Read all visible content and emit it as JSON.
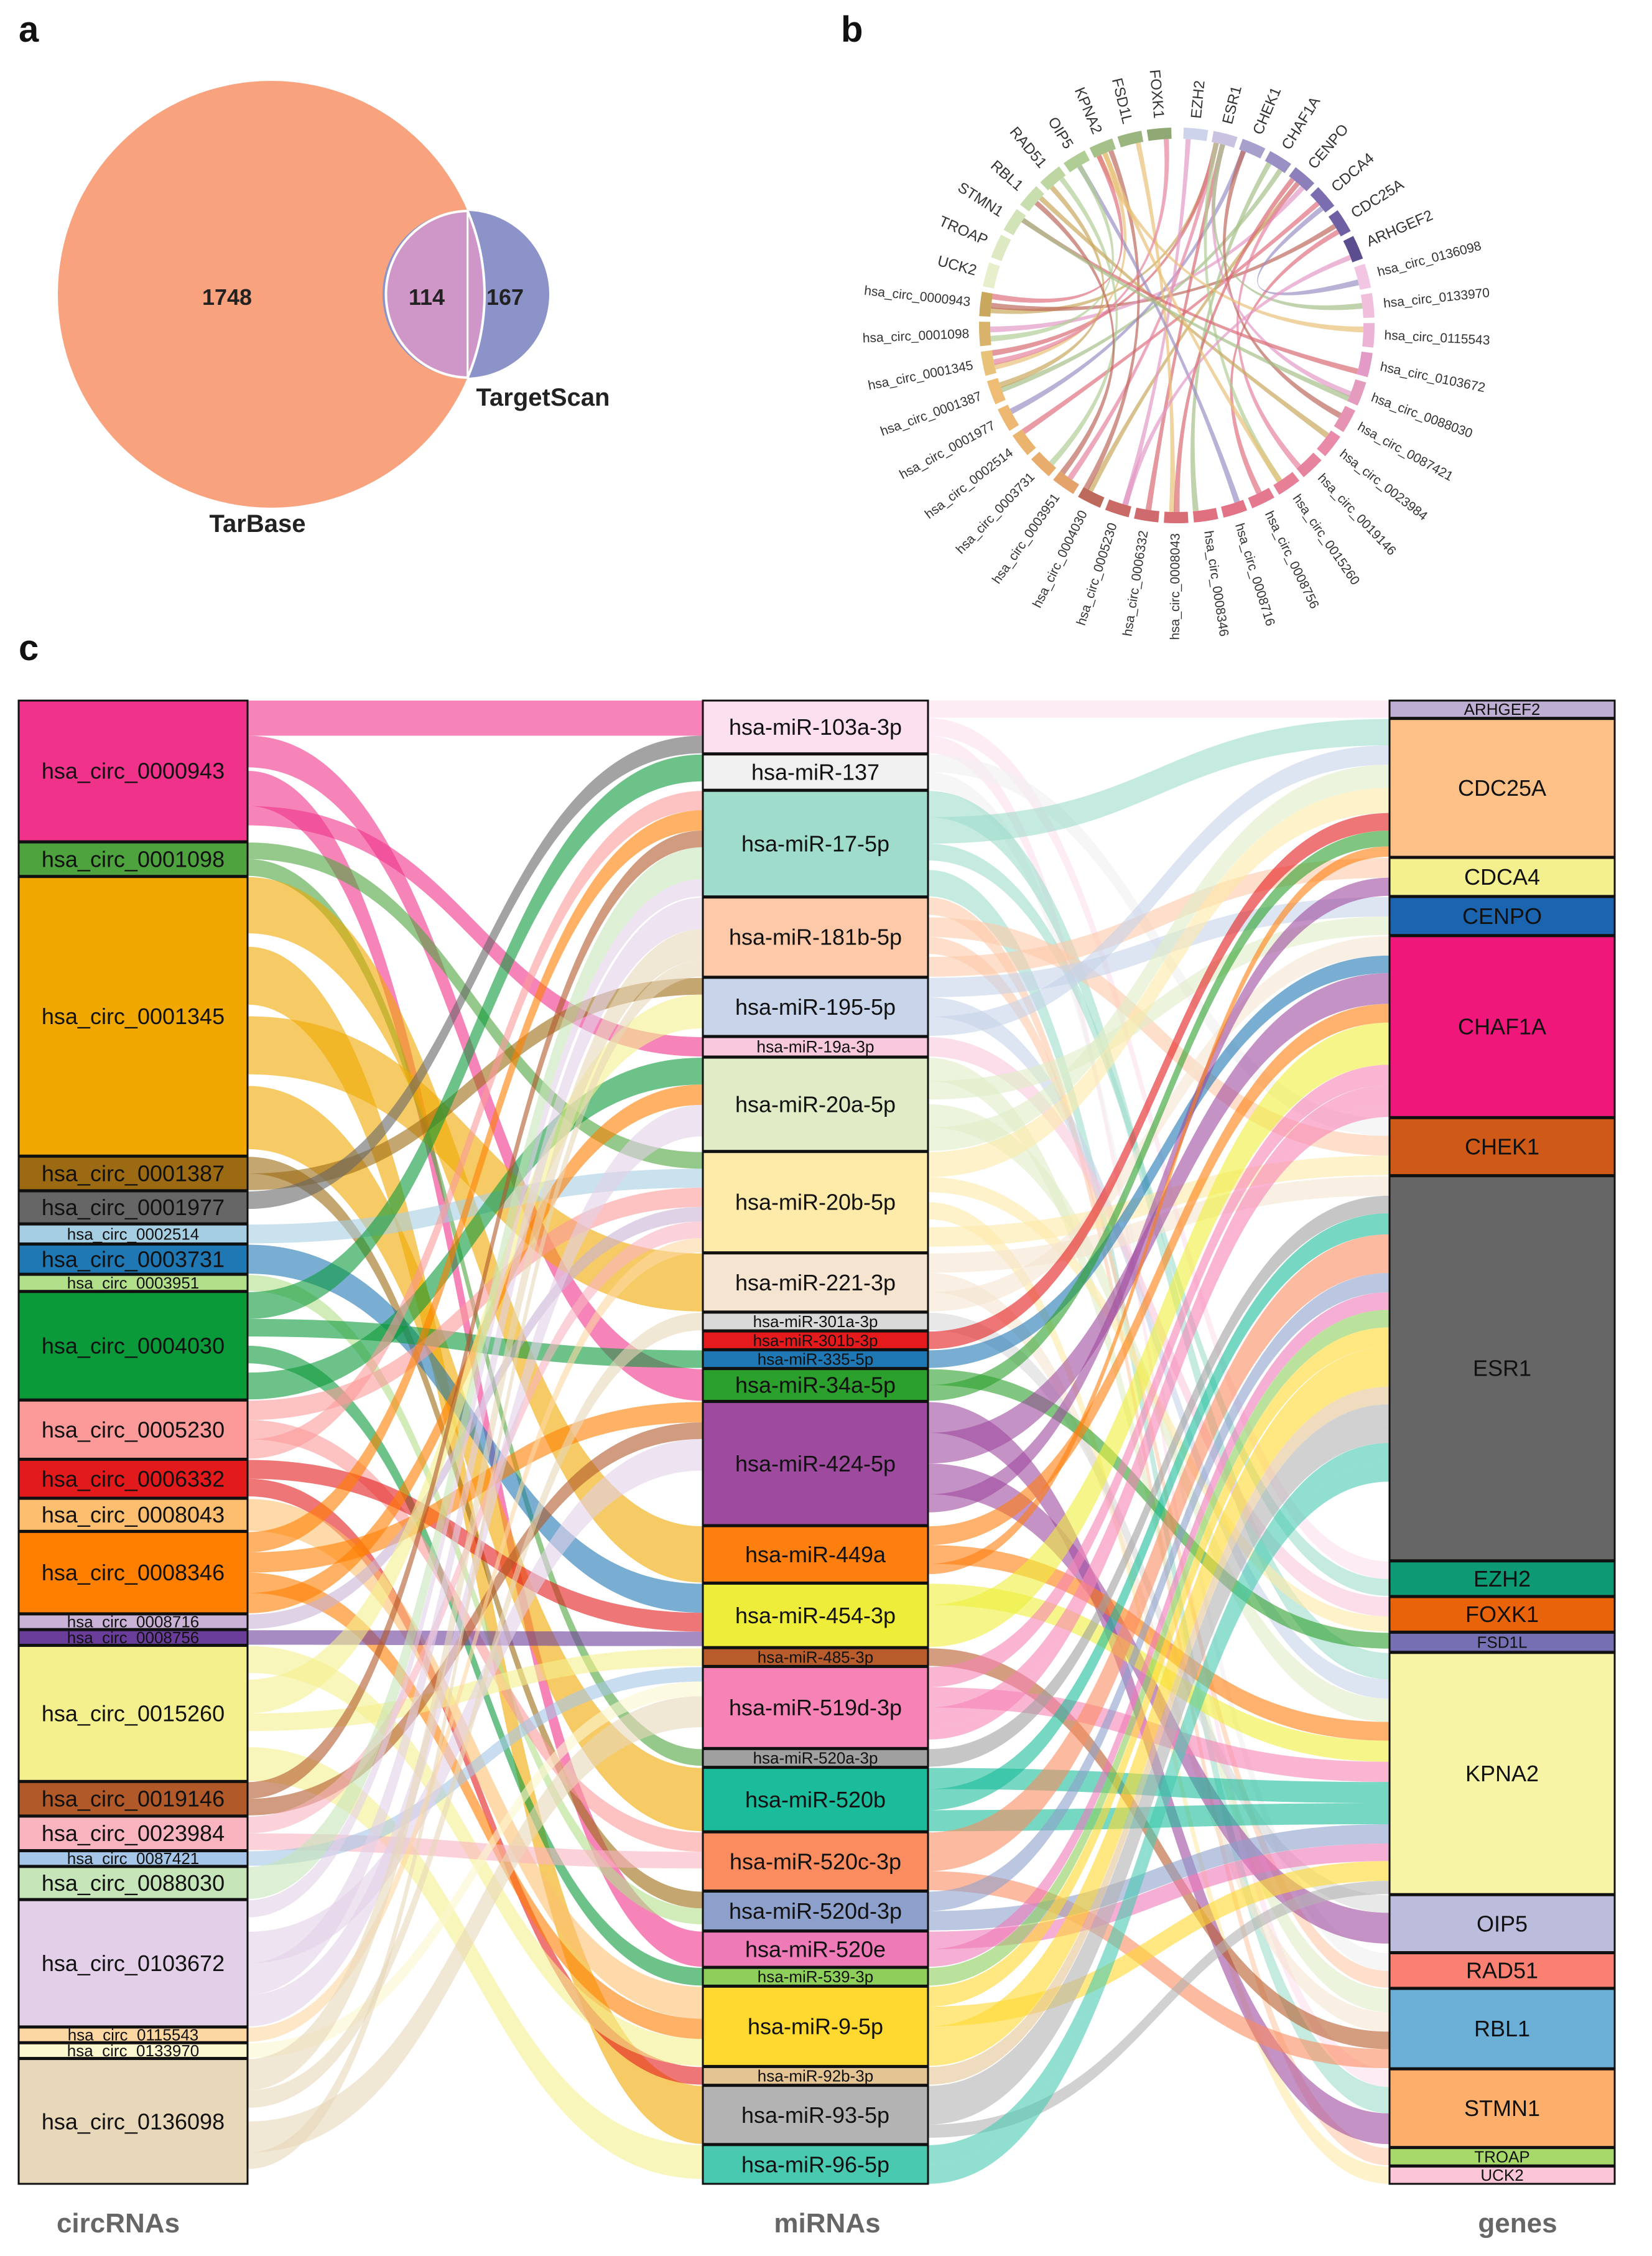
{
  "panels": {
    "a": "a",
    "b": "b",
    "c": "c"
  },
  "venn": {
    "sets": [
      {
        "name": "TarBase",
        "only": "1748",
        "color": "#f8a27e"
      },
      {
        "name": "TargetScan",
        "only": "167",
        "color": "#8c93c9"
      }
    ],
    "intersection": "114",
    "intersection_color": "#cf96c8"
  },
  "chord": {
    "segments": [
      {
        "label": "EZH2",
        "color": "#ccd3ea"
      },
      {
        "label": "ESR1",
        "color": "#c9c3e1"
      },
      {
        "label": "CHEK1",
        "color": "#a8a0cc"
      },
      {
        "label": "CHAF1A",
        "color": "#9b90c4"
      },
      {
        "label": "CENPO",
        "color": "#8c7fba"
      },
      {
        "label": "CDCA4",
        "color": "#7c6db0"
      },
      {
        "label": "CDC25A",
        "color": "#6e5fa3"
      },
      {
        "label": "ARHGEF2",
        "color": "#5c4d8f"
      },
      {
        "label": "hsa_circ_0136098",
        "color": "#f2c6e2"
      },
      {
        "label": "hsa_circ_0133970",
        "color": "#f0bfdc"
      },
      {
        "label": "hsa_circ_0115543",
        "color": "#ecb3d4"
      },
      {
        "label": "hsa_circ_0103672",
        "color": "#e39ac6"
      },
      {
        "label": "hsa_circ_0088030",
        "color": "#e59bbd"
      },
      {
        "label": "hsa_circ_0087421",
        "color": "#e693b3"
      },
      {
        "label": "hsa_circ_0023984",
        "color": "#e88aa8"
      },
      {
        "label": "hsa_circ_0019146",
        "color": "#e6839f"
      },
      {
        "label": "hsa_circ_0015260",
        "color": "#e77f97"
      },
      {
        "label": "hsa_circ_0008756",
        "color": "#e4788e"
      },
      {
        "label": "hsa_circ_0008716",
        "color": "#e27387"
      },
      {
        "label": "hsa_circ_0008346",
        "color": "#e07080"
      },
      {
        "label": "hsa_circ_0008043",
        "color": "#d86c75"
      },
      {
        "label": "hsa_circ_0006332",
        "color": "#cf6a6e"
      },
      {
        "label": "hsa_circ_0005230",
        "color": "#c96a67"
      },
      {
        "label": "hsa_circ_0004030",
        "color": "#bd6a5c"
      },
      {
        "label": "hsa_circ_0003951",
        "color": "#e4a36a"
      },
      {
        "label": "hsa_circ_0003731",
        "color": "#e8ad6c"
      },
      {
        "label": "hsa_circ_0002514",
        "color": "#eab46e"
      },
      {
        "label": "hsa_circ_0001977",
        "color": "#ecb872"
      },
      {
        "label": "hsa_circ_0001387",
        "color": "#eebc74"
      },
      {
        "label": "hsa_circ_0001345",
        "color": "#e8c279"
      },
      {
        "label": "hsa_circ_0001098",
        "color": "#d9b36c"
      },
      {
        "label": "hsa_circ_0000943",
        "color": "#c9a85e"
      },
      {
        "label": "UCK2",
        "color": "#e7eecb"
      },
      {
        "label": "TROAP",
        "color": "#dde9c2"
      },
      {
        "label": "STMN1",
        "color": "#d2e3b8"
      },
      {
        "label": "RBL1",
        "color": "#c8deae"
      },
      {
        "label": "RAD51",
        "color": "#bdd6a2"
      },
      {
        "label": "OIP5",
        "color": "#b1cd96"
      },
      {
        "label": "KPNA2",
        "color": "#a6c08a"
      },
      {
        "label": "FSD1L",
        "color": "#9bb57f"
      },
      {
        "label": "FOXK1",
        "color": "#8fa874"
      }
    ]
  },
  "sankey": {
    "column_titles": {
      "circ": "circRNAs",
      "mirna": "miRNAs",
      "gene": "genes"
    },
    "circRNAs": [
      {
        "label": "hsa_circ_0000943",
        "value": 97,
        "color": "#f0328a"
      },
      {
        "label": "hsa_circ_0001098",
        "value": 23,
        "color": "#4ea33e"
      },
      {
        "label": "hsa_circ_0001345",
        "value": 192,
        "color": "#f0a800"
      },
      {
        "label": "hsa_circ_0001387",
        "value": 23,
        "color": "#9c6a12"
      },
      {
        "label": "hsa_circ_0001977",
        "value": 22,
        "color": "#666666"
      },
      {
        "label": "hsa_circ_0002514",
        "value": 13,
        "color": "#a6cee3"
      },
      {
        "label": "hsa_circ_0003731",
        "value": 20,
        "color": "#1f78b4"
      },
      {
        "label": "hsa_circ_0003951",
        "value": 11,
        "color": "#b2df8a"
      },
      {
        "label": "hsa_circ_0004030",
        "value": 74,
        "color": "#0b9a3a"
      },
      {
        "label": "hsa_circ_0005230",
        "value": 40,
        "color": "#fb9a99"
      },
      {
        "label": "hsa_circ_0006332",
        "value": 26,
        "color": "#e31a1c"
      },
      {
        "label": "hsa_circ_0008043",
        "value": 22,
        "color": "#fdbf6f"
      },
      {
        "label": "hsa_circ_0008346",
        "value": 56,
        "color": "#ff7f00"
      },
      {
        "label": "hsa_circ_0008716",
        "value": 10,
        "color": "#cab2d6"
      },
      {
        "label": "hsa_circ_0008756",
        "value": 10,
        "color": "#6a3d9a"
      },
      {
        "label": "hsa_circ_0015260",
        "value": 93,
        "color": "#f5f08e"
      },
      {
        "label": "hsa_circ_0019146",
        "value": 23,
        "color": "#b15928"
      },
      {
        "label": "hsa_circ_0023984",
        "value": 23,
        "color": "#f9b4c0"
      },
      {
        "label": "hsa_circ_0087421",
        "value": 10,
        "color": "#a5c6e8"
      },
      {
        "label": "hsa_circ_0088030",
        "value": 22,
        "color": "#c6e5b9"
      },
      {
        "label": "hsa_circ_0103672",
        "value": 87,
        "color": "#e3d0e8"
      },
      {
        "label": "hsa_circ_0115543",
        "value": 10,
        "color": "#fdd7a2"
      },
      {
        "label": "hsa_circ_0133970",
        "value": 10,
        "color": "#fbf7cf"
      },
      {
        "label": "hsa_circ_0136098",
        "value": 86,
        "color": "#e8d7b9"
      }
    ],
    "miRNAs": [
      {
        "label": "hsa-miR-103a-3p",
        "value": 30,
        "color": "#fde0ef"
      },
      {
        "label": "hsa-miR-137",
        "value": 20,
        "color": "#f0f0f0"
      },
      {
        "label": "hsa-miR-17-5p",
        "value": 60,
        "color": "#9fdccb"
      },
      {
        "label": "hsa-miR-181b-5p",
        "value": 45,
        "color": "#fdc9a8"
      },
      {
        "label": "hsa-miR-195-5p",
        "value": 33,
        "color": "#c7d4ea"
      },
      {
        "label": "hsa-miR-19a-3p",
        "value": 11,
        "color": "#f8c8dc"
      },
      {
        "label": "hsa-miR-20a-5p",
        "value": 53,
        "color": "#dfecc6"
      },
      {
        "label": "hsa-miR-20b-5p",
        "value": 57,
        "color": "#feeaa9"
      },
      {
        "label": "hsa-miR-221-3p",
        "value": 33,
        "color": "#f5e4d0"
      },
      {
        "label": "hsa-miR-301a-3p",
        "value": 10,
        "color": "#d9d9d9"
      },
      {
        "label": "hsa-miR-301b-3p",
        "value": 10,
        "color": "#e41a1c"
      },
      {
        "label": "hsa-miR-335-5p",
        "value": 10,
        "color": "#1f78b4"
      },
      {
        "label": "hsa-miR-34a-5p",
        "value": 18,
        "color": "#2ca02c"
      },
      {
        "label": "hsa-miR-424-5p",
        "value": 70,
        "color": "#9e4a9e"
      },
      {
        "label": "hsa-miR-449a",
        "value": 32,
        "color": "#ff7f0e"
      },
      {
        "label": "hsa-miR-454-3p",
        "value": 36,
        "color": "#eeee3a"
      },
      {
        "label": "hsa-miR-485-3p",
        "value": 10,
        "color": "#b85c2c"
      },
      {
        "label": "hsa-miR-519d-3p",
        "value": 46,
        "color": "#f783b6"
      },
      {
        "label": "hsa-miR-520a-3p",
        "value": 10,
        "color": "#a0a0a0"
      },
      {
        "label": "hsa-miR-520b",
        "value": 36,
        "color": "#1bbc9b"
      },
      {
        "label": "hsa-miR-520c-3p",
        "value": 33,
        "color": "#fa8c60"
      },
      {
        "label": "hsa-miR-520d-3p",
        "value": 22,
        "color": "#8da0cb"
      },
      {
        "label": "hsa-miR-520e",
        "value": 20,
        "color": "#ee7ab8"
      },
      {
        "label": "hsa-miR-539-3p",
        "value": 10,
        "color": "#8ecf5c"
      },
      {
        "label": "hsa-miR-9-5p",
        "value": 45,
        "color": "#ffd92f"
      },
      {
        "label": "hsa-miR-92b-3p",
        "value": 10,
        "color": "#e5c494"
      },
      {
        "label": "hsa-miR-93-5p",
        "value": 33,
        "color": "#b3b3b3"
      },
      {
        "label": "hsa-miR-96-5p",
        "value": 22,
        "color": "#48c9b0"
      }
    ],
    "genes": [
      {
        "label": "ARHGEF2",
        "value": 10,
        "color": "#beaed4"
      },
      {
        "label": "CDC25A",
        "value": 80,
        "color": "#fdc086"
      },
      {
        "label": "CDCA4",
        "value": 22,
        "color": "#f5f08e"
      },
      {
        "label": "CENPO",
        "value": 22,
        "color": "#1a64b0"
      },
      {
        "label": "CHAF1A",
        "value": 105,
        "color": "#f0177a"
      },
      {
        "label": "CHEK1",
        "value": 33,
        "color": "#cf5a17"
      },
      {
        "label": "ESR1",
        "value": 223,
        "color": "#666666"
      },
      {
        "label": "EZH2",
        "value": 20,
        "color": "#0b9a73"
      },
      {
        "label": "FOXK1",
        "value": 20,
        "color": "#e8630a"
      },
      {
        "label": "FSD1L",
        "value": 11,
        "color": "#7570b3"
      },
      {
        "label": "KPNA2",
        "value": 140,
        "color": "#f7f4a6"
      },
      {
        "label": "OIP5",
        "value": 33,
        "color": "#bcbddc"
      },
      {
        "label": "RAD51",
        "value": 20,
        "color": "#fb8072"
      },
      {
        "label": "RBL1",
        "value": 46,
        "color": "#6baed6"
      },
      {
        "label": "STMN1",
        "value": 45,
        "color": "#fdae6b"
      },
      {
        "label": "TROAP",
        "value": 10,
        "color": "#a6d96a"
      },
      {
        "label": "UCK2",
        "value": 10,
        "color": "#fcc5d8"
      }
    ]
  }
}
